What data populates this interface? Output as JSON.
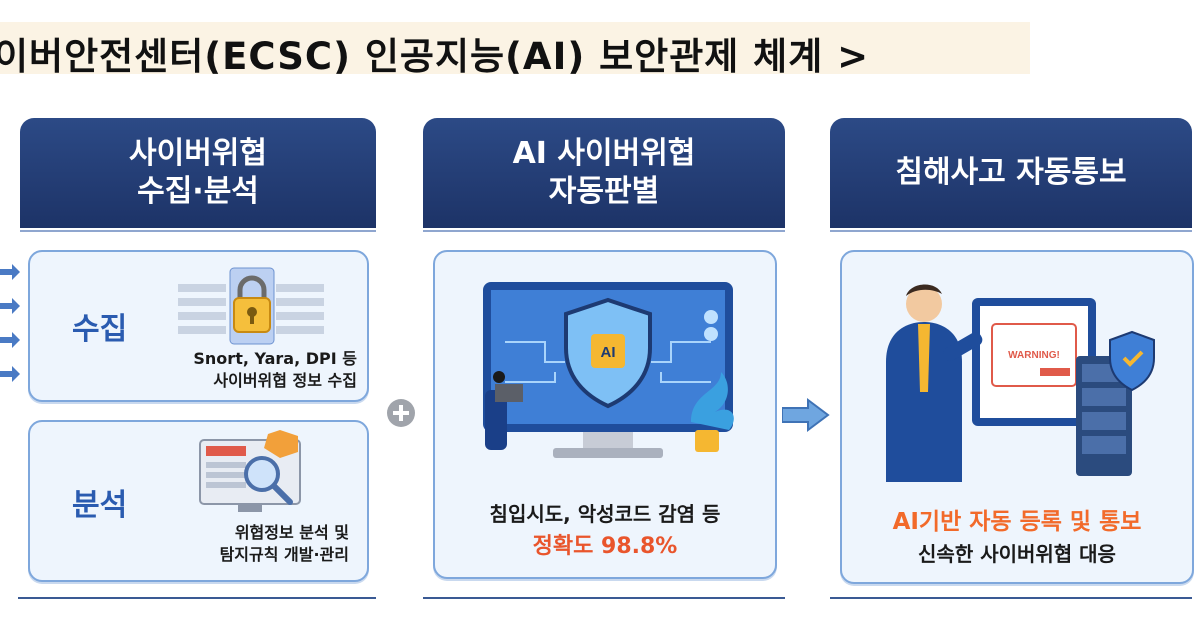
{
  "title": "이버안전센터(ECSC) 인공지능(AI) 보안관제 체계 >",
  "columns": [
    {
      "header_line1": "사이버위협",
      "header_line2": "수집·분석"
    },
    {
      "header_line1": "AI 사이버위협",
      "header_line2": "자동판별"
    },
    {
      "header_line1": "침해사고 자동통보",
      "header_line2": ""
    }
  ],
  "collect": {
    "label": "수집",
    "desc_line1": "Snort, Yara, DPI 등",
    "desc_line2": "사이버위협 정보 수집"
  },
  "analyze": {
    "label": "분석",
    "desc_line1": "위협정보 분석 및",
    "desc_line2": "탐지규칙 개발·관리"
  },
  "ai": {
    "chip_label": "AI",
    "caption": "침입시도, 악성코드 감염 등",
    "accuracy": "정확도 98.8%"
  },
  "notify": {
    "warning_label": "WARNING!",
    "caption_orange": "AI기반 자동 등록 및 통보",
    "caption_black": "신속한 사이버위협 대응"
  },
  "colors": {
    "header_blue": "#1d3367",
    "panel_bg": "#eef5fd",
    "panel_border": "#7ea7dc",
    "label_blue": "#2a5bb0",
    "accent_orange": "#f26a2a",
    "accent_red": "#e9552c"
  },
  "icons": [
    "arrow-right-icon",
    "plus-circle-icon",
    "padlock-icon",
    "magnifier-icon",
    "shield-ai-icon",
    "server-icon",
    "businessman-icon",
    "plant-icon"
  ]
}
